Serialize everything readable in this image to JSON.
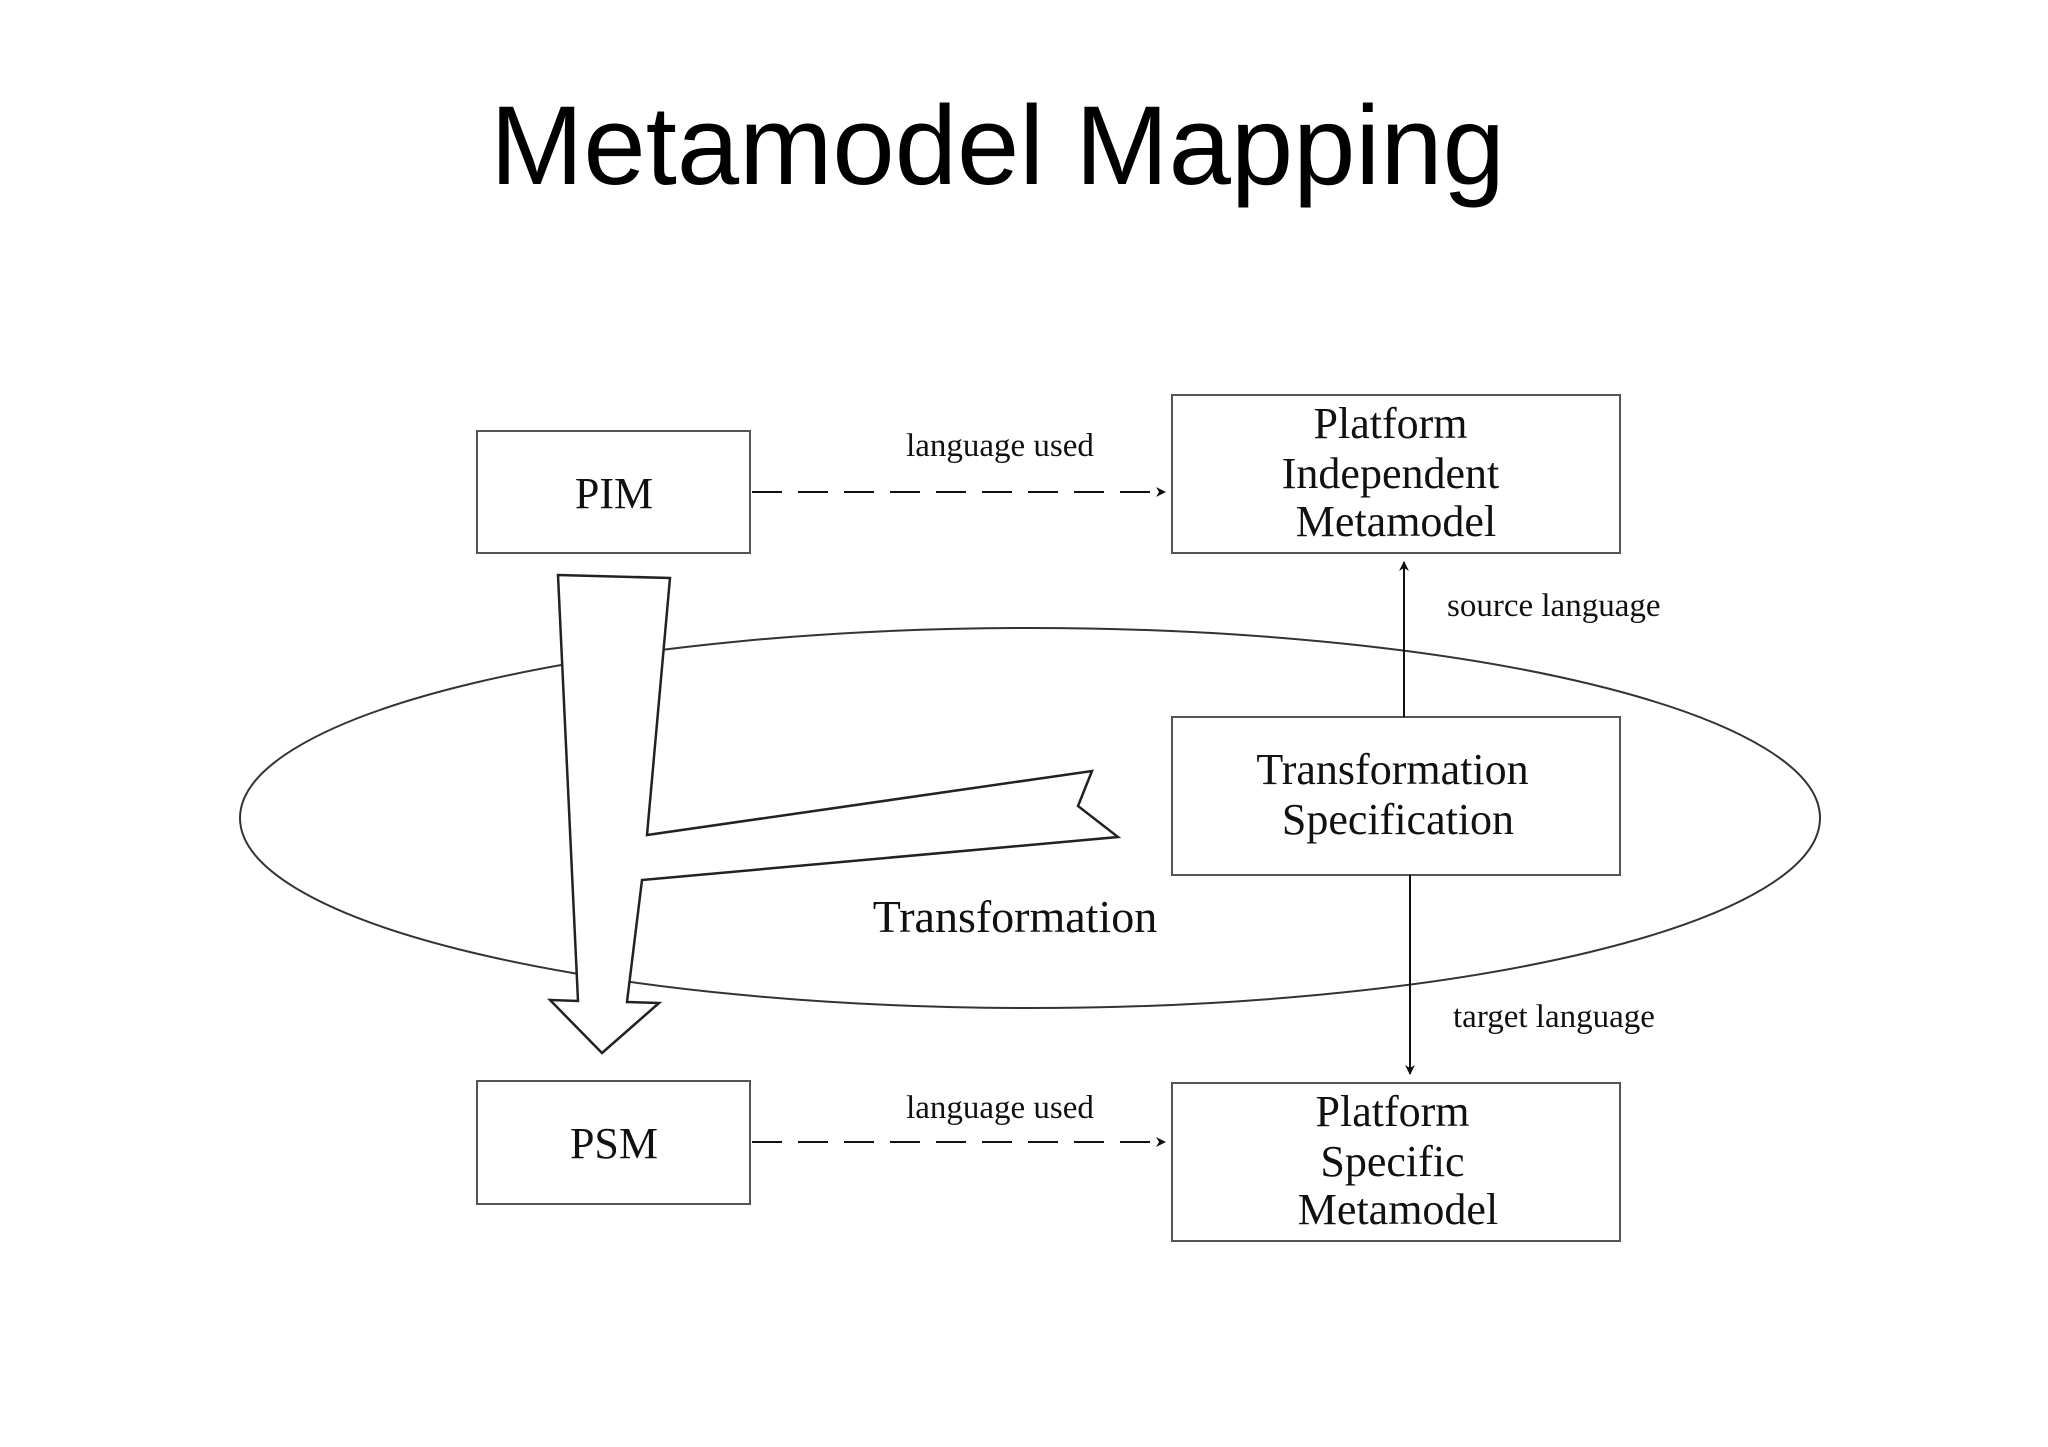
{
  "slide": {
    "title": "Metamodel Mapping"
  },
  "diagram": {
    "nodes": {
      "pim": {
        "label": "PIM"
      },
      "psm": {
        "label": "PSM"
      },
      "pim_metamodel": {
        "lines": [
          "Platform",
          "Independent",
          "Metamodel"
        ]
      },
      "psm_metamodel": {
        "lines": [
          "Platform",
          "Specific",
          "Metamodel"
        ]
      },
      "transformation_spec": {
        "lines": [
          "Transformation",
          "Specification"
        ]
      }
    },
    "edges": {
      "pim_language_used": "language used",
      "psm_language_used": "language used",
      "source_language": "source language",
      "target_language": "target language"
    },
    "transformation_label": "Transformation"
  }
}
